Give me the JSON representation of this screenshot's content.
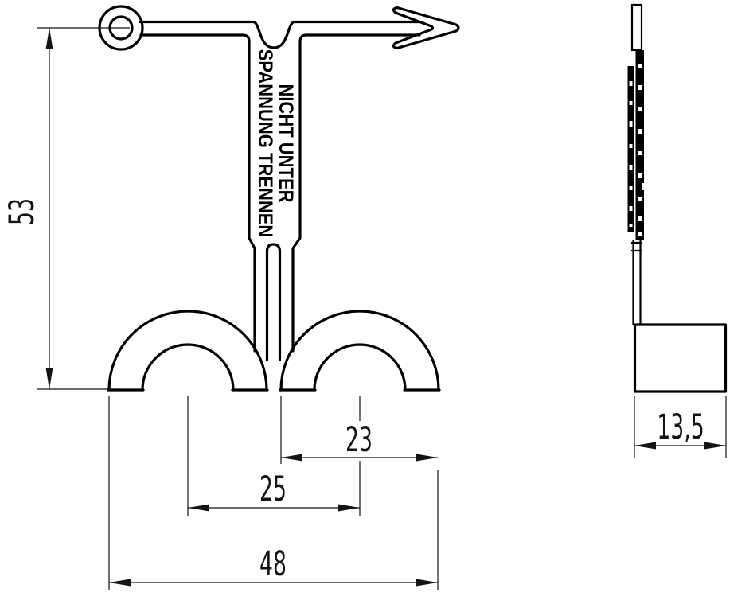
{
  "drawing": {
    "type": "technical-drawing",
    "views": {
      "front_view_name": "front-view",
      "side_view_name": "side-view"
    },
    "tag_label": {
      "line1": "NICHT UNTER",
      "line2": "SPANNUNG TRENNEN"
    },
    "dimensions": {
      "height": {
        "value": "53"
      },
      "arch_outer_width": {
        "value": "23"
      },
      "arch_center_spacing": {
        "value": "25"
      },
      "overall_width": {
        "value": "48"
      },
      "side_depth": {
        "value": "13,5"
      }
    },
    "colors": {
      "line": "#000000",
      "dimension_line": "#141414",
      "background": "#ffffff"
    }
  }
}
